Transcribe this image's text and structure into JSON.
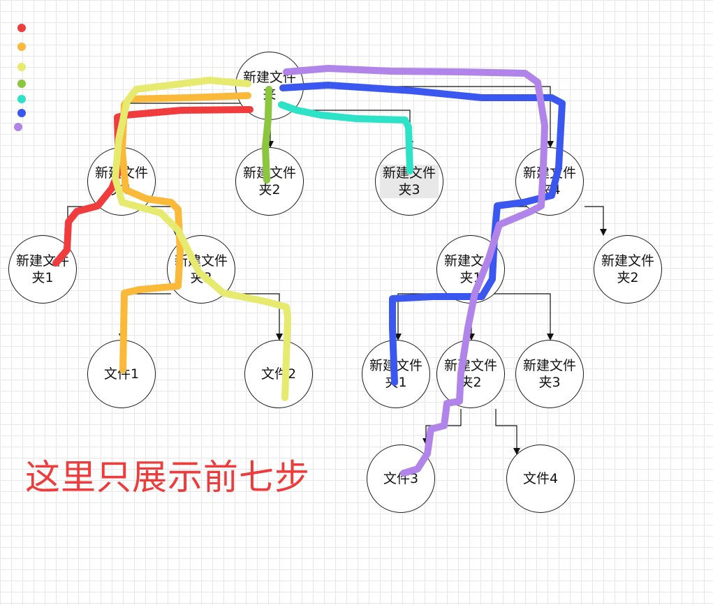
{
  "nodes": {
    "root": "新建文件夹",
    "f1": "新建文件夹1",
    "f2": "新建文件夹2",
    "f3": "新建文件夹3",
    "f4": "新建文件夹4",
    "f1_1": "新建文件夹1",
    "f1_2": "新建文件夹2",
    "f1_2_file1": "文件1",
    "f1_2_file2": "文件2",
    "f4_1": "新建文件夹1",
    "f4_2": "新建文件夹2",
    "f4_1_1": "新建文件夹1",
    "f4_1_2": "新建文件夹2",
    "f4_1_3": "新建文件夹3",
    "f4_1_2_file3": "文件3",
    "f4_1_2_file4": "文件4"
  },
  "caption": "这里只展示前七步",
  "legend_colors": [
    "#f03c3c",
    "#fbb93a",
    "#e6ea6e",
    "#8cc63f",
    "#2de3c7",
    "#3a58f0",
    "#b184ea"
  ]
}
